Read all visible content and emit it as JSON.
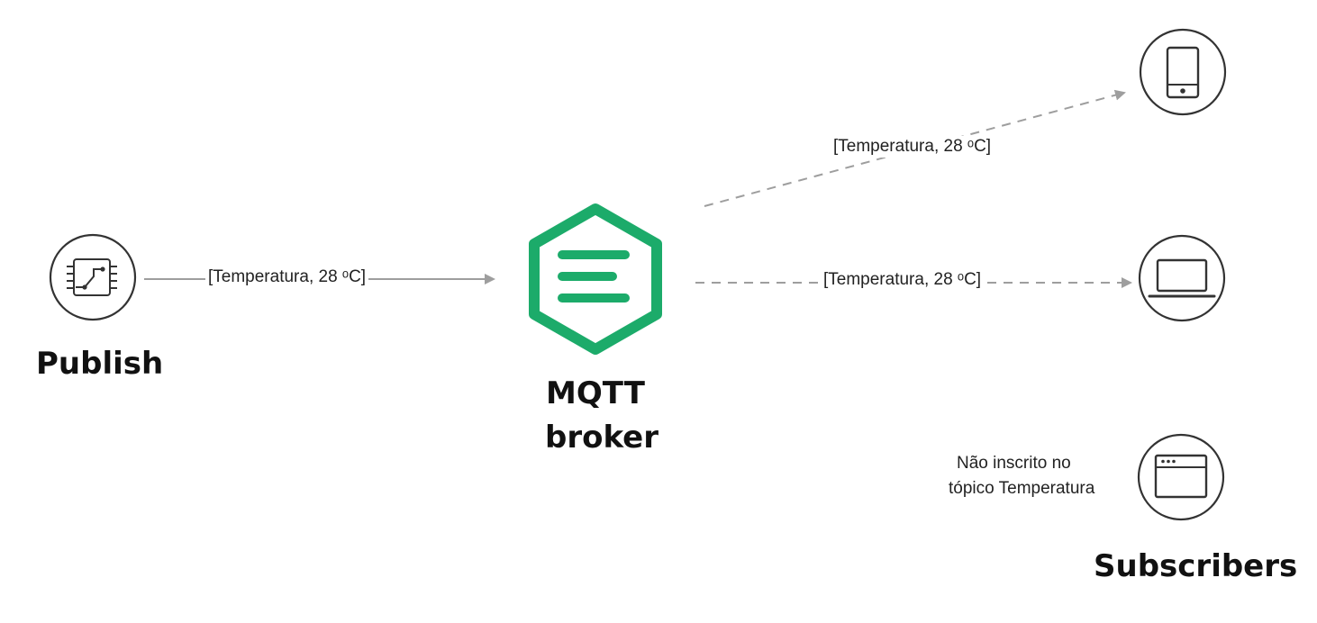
{
  "publisher": {
    "label": "Publish",
    "icon": "circuit-board-icon"
  },
  "broker": {
    "label_line1": "MQTT",
    "label_line2": "broker",
    "icon": "mqtt-broker-hexagon-icon",
    "color": "#1CAB6A"
  },
  "subscribers": {
    "label": "Subscribers",
    "items": [
      {
        "icon": "smartphone-icon"
      },
      {
        "icon": "laptop-icon"
      },
      {
        "icon": "browser-window-icon",
        "note_line1": "Não inscrito no",
        "note_line2": "tópico Temperatura"
      }
    ]
  },
  "messages": {
    "publish_message": "[Temperatura, 28 ᵒC]",
    "phone_message": "[Temperatura, 28 ᵒC]",
    "laptop_message": "[Temperatura, 28 ᵒC]"
  },
  "colors": {
    "arrow": "#9E9E9E",
    "circle_stroke": "#333333"
  }
}
